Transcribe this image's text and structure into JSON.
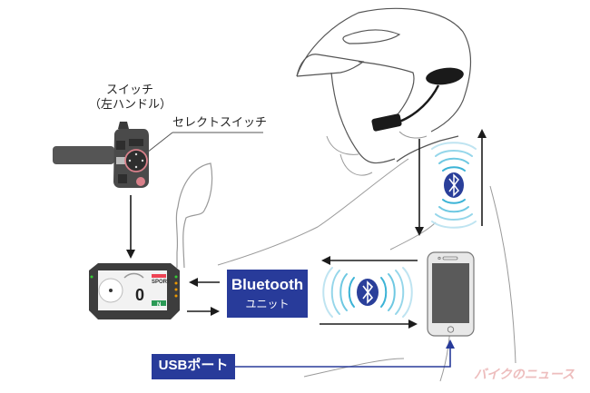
{
  "labels": {
    "switch_line1": "スイッチ",
    "switch_line2": "（左ハンドル）",
    "select_switch": "セレクトスイッチ"
  },
  "bluetooth_unit": {
    "line1": "Bluetooth",
    "line2": "ユニット"
  },
  "usb_port": "USBポート",
  "meter_display": {
    "mode": "SPORT",
    "gear": "N",
    "speed": "0"
  },
  "watermark": "バイクのニュース",
  "colors": {
    "box_blue": "#283b9a",
    "bluetooth_blue": "#2a3f9a",
    "wave_cyan": "#3bb3d6",
    "arrow": "#1c1c1c",
    "select_ring": "#d9808a"
  },
  "icons": [
    "bluetooth-icon",
    "smartphone-icon",
    "helmet-icon",
    "intercom-headset-icon",
    "handlebar-switch-icon",
    "tft-meter-icon",
    "mirror-icon"
  ]
}
